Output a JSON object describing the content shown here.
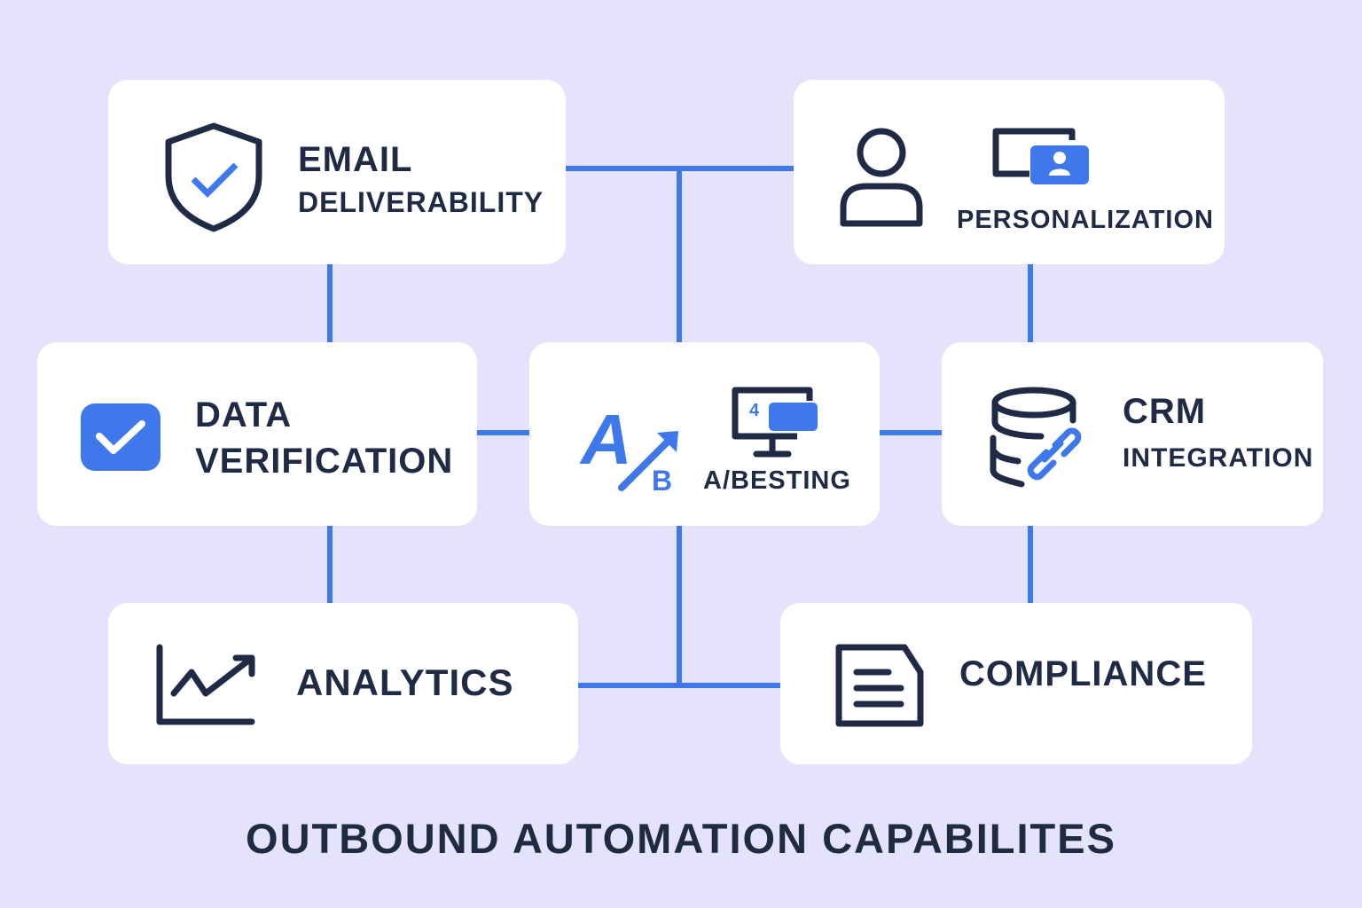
{
  "diagram": {
    "title": "OUTBOUND AUTOMATION CAPABILITES",
    "accent_color": "#3f78ea",
    "text_color": "#1f2a44",
    "background_color": "#e4e3fb",
    "nodes": [
      {
        "id": "email",
        "line1": "EMAIL",
        "line2": "DELIVERABILITY",
        "icon": "shield-check-icon"
      },
      {
        "id": "personalization",
        "label": "PERSONALIZATION",
        "icons": [
          "user-icon",
          "profile-card-icon"
        ]
      },
      {
        "id": "data",
        "line1": "DATA",
        "line2": "VERIFICATION",
        "icon": "checkbox-icon"
      },
      {
        "id": "ab",
        "label": "A/BESTING",
        "icons": [
          "ab-arrow-icon",
          "monitor-icon"
        ],
        "ab_a": "A",
        "ab_b": "B",
        "monitor_digit": "4"
      },
      {
        "id": "crm",
        "line1": "CRM",
        "line2": "INTEGRATION",
        "icon": "database-link-icon"
      },
      {
        "id": "analytics",
        "label": "ANALYTICS",
        "icon": "line-chart-icon"
      },
      {
        "id": "compliance",
        "label": "COMPLIANCE",
        "icon": "document-icon"
      }
    ],
    "edges": [
      [
        "email",
        "personalization"
      ],
      [
        "email",
        "data"
      ],
      [
        "email",
        "ab"
      ],
      [
        "personalization",
        "crm"
      ],
      [
        "data",
        "ab"
      ],
      [
        "ab",
        "crm"
      ],
      [
        "data",
        "analytics"
      ],
      [
        "crm",
        "compliance"
      ],
      [
        "ab",
        "analytics"
      ],
      [
        "ab",
        "compliance"
      ]
    ]
  }
}
